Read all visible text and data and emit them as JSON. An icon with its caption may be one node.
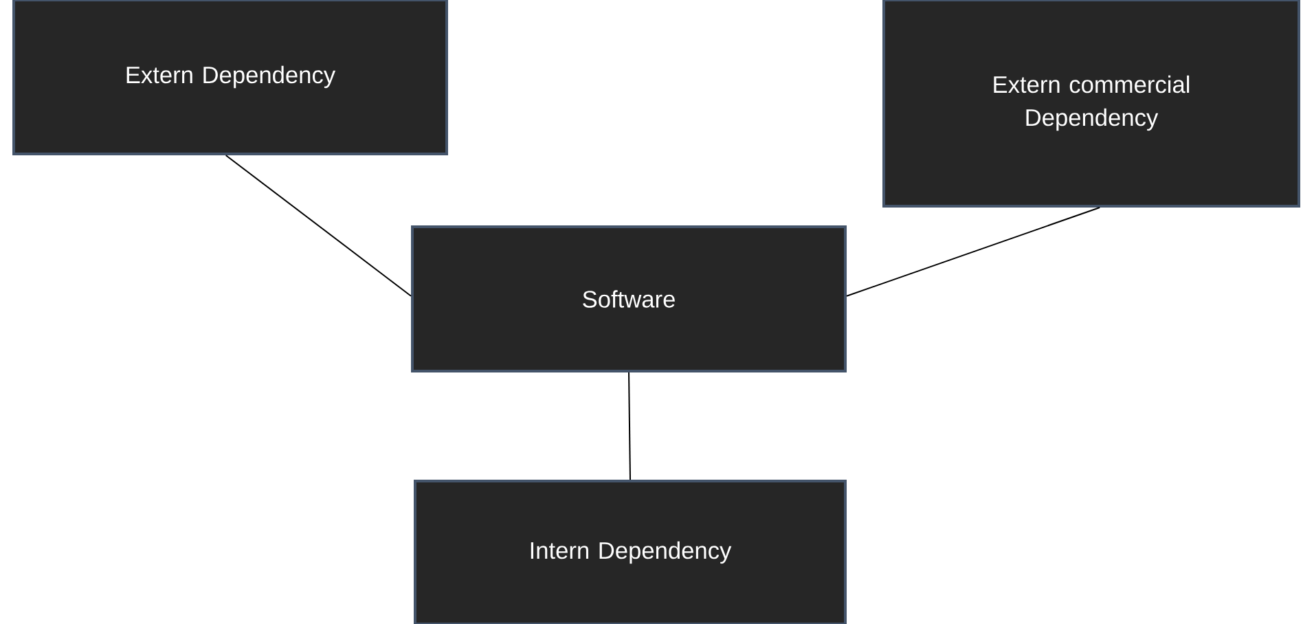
{
  "diagram": {
    "nodes": [
      {
        "text": [
          "Extern Dependency"
        ]
      },
      {
        "text": [
          "Extern commercial Dependency"
        ]
      },
      {
        "text": [
          "Software"
        ]
      },
      {
        "text": [
          "Intern Dependency"
        ]
      }
    ],
    "edges": [
      {
        "from": 0,
        "to": 2,
        "arrow": "none"
      },
      {
        "from": 1,
        "to": 2,
        "arrow": "none"
      },
      {
        "from": 2,
        "to": 3,
        "arrow": "none"
      }
    ]
  }
}
